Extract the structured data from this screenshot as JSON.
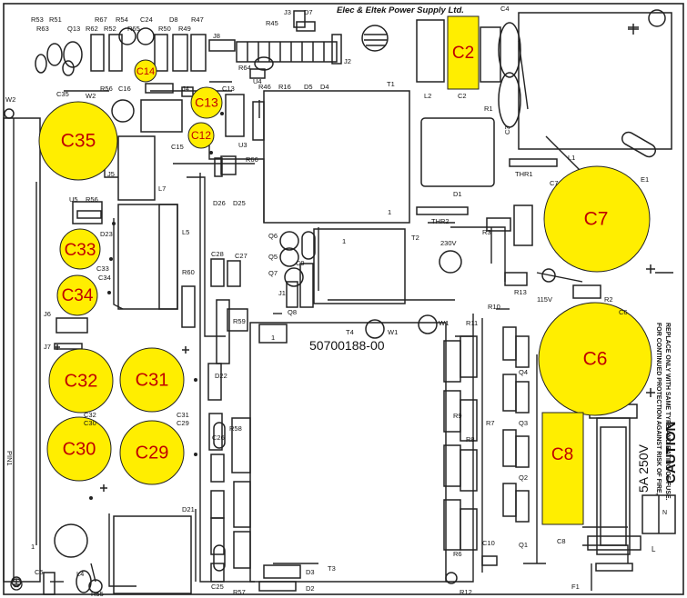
{
  "header": {
    "company": "Elec & Eltek Power Supply Ltd."
  },
  "colors": {
    "highlight": "#ffee00",
    "label": "#c00000",
    "ink": "#222222"
  },
  "highlighted_caps": [
    {
      "id": "C2",
      "label": "C2"
    },
    {
      "id": "C14",
      "label": "C14"
    },
    {
      "id": "C13",
      "label": "C13"
    },
    {
      "id": "C12",
      "label": "C12"
    },
    {
      "id": "C35",
      "label": "C35"
    },
    {
      "id": "C33",
      "label": "C33"
    },
    {
      "id": "C34",
      "label": "C34"
    },
    {
      "id": "C32",
      "label": "C32"
    },
    {
      "id": "C31",
      "label": "C31"
    },
    {
      "id": "C30",
      "label": "C30"
    },
    {
      "id": "C29",
      "label": "C29"
    },
    {
      "id": "C7",
      "label": "C7"
    },
    {
      "id": "C6",
      "label": "C6"
    },
    {
      "id": "C8",
      "label": "C8"
    }
  ],
  "transformer_label": "50700188-00",
  "silk_labels": {
    "r53": "R53",
    "r51": "R51",
    "r63": "R63",
    "q13": "Q13",
    "r67": "R67",
    "r54": "R54",
    "c24": "C24",
    "d8": "D8",
    "r47": "R47",
    "r62": "R62",
    "r52": "R52",
    "r65": "R65",
    "r50": "R50",
    "r49": "R49",
    "j8": "J8",
    "r45": "R45",
    "j3": "J3",
    "d7": "D7",
    "r64": "R64",
    "u4": "U4",
    "j2": "J2",
    "l2": "L2",
    "c2s": "C2",
    "c4": "C4",
    "r1": "R1",
    "c3": "C3",
    "l1": "L1",
    "thr1": "THR1",
    "e1": "E1",
    "w2a": "W2",
    "c35s": "C35",
    "w2b": "W2",
    "r56a": "R56",
    "c16": "C16",
    "j4": "J4",
    "c13s": "C13",
    "r46": "R46",
    "r16": "R16",
    "d5": "D5",
    "d4": "D4",
    "t1": "T1",
    "c15": "C15",
    "u3": "U3",
    "r66": "R66",
    "j5": "J5",
    "d26": "D26",
    "d25": "D25",
    "u5": "U5",
    "r56b": "R56",
    "l7": "L7",
    "d1": "D1",
    "c7s": "C7",
    "thr2": "THR2",
    "d23": "D23",
    "l5": "L5",
    "c28": "C28",
    "c27": "C27",
    "q6": "Q6",
    "one1": "1",
    "t2": "T2",
    "v230": "230V",
    "r3": "R3",
    "c33s": "C33",
    "c34s": "C34",
    "q5": "Q5",
    "c9": "C9",
    "q7": "Q7",
    "r13": "R13",
    "v115": "115V",
    "r2": "R2",
    "j6": "J6",
    "r60": "R60",
    "j1": "J1",
    "q8": "Q8",
    "c6s": "C6",
    "j7": "J7",
    "r59": "R59",
    "t4": "T4",
    "w1a": "W1",
    "w1b": "W1",
    "r11": "R11",
    "r10": "R10",
    "q4": "Q4",
    "pin1": "PIN1",
    "c32s": "C32",
    "c30s": "C30",
    "c31s": "C31",
    "c29s": "C29",
    "d22": "D22",
    "q3": "Q3",
    "r9": "R9",
    "r7": "R7",
    "r8": "R8",
    "c26": "C26",
    "r58": "R58",
    "d21": "D21",
    "q2": "Q2",
    "c8s": "C8",
    "f1": "F1",
    "c5": "C5",
    "l4": "L4",
    "r55": "R55",
    "c25": "C25",
    "r57": "R57",
    "d3": "D3",
    "d2": "D2",
    "t3": "T3",
    "r6": "R6",
    "c10": "C10",
    "q1": "Q1",
    "r12": "R12",
    "one2": "1",
    "one3": "1",
    "one4": "1"
  },
  "warning_lines": [
    "FOR CONTINUED PROTECTION AGAINST RISK OF FIRE,",
    "REPLACE ONLY WITH SAME TYPE AND RATING OF FUSE."
  ],
  "fuse_rating": "5A 250V",
  "caution": "CAUTION",
  "terminals": {
    "n": "N",
    "l": "L"
  }
}
